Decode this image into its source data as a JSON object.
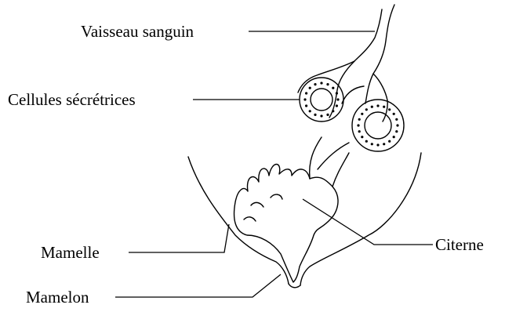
{
  "diagram": {
    "labels": {
      "vaisseau": "Vaisseau sanguin",
      "cellules": "Cellules sécrétrices",
      "citerne": "Citerne",
      "mamelle": "Mamelle",
      "mamelon": "Mamelon"
    },
    "colors": {
      "ink": "#000000",
      "background": "#ffffff"
    }
  }
}
